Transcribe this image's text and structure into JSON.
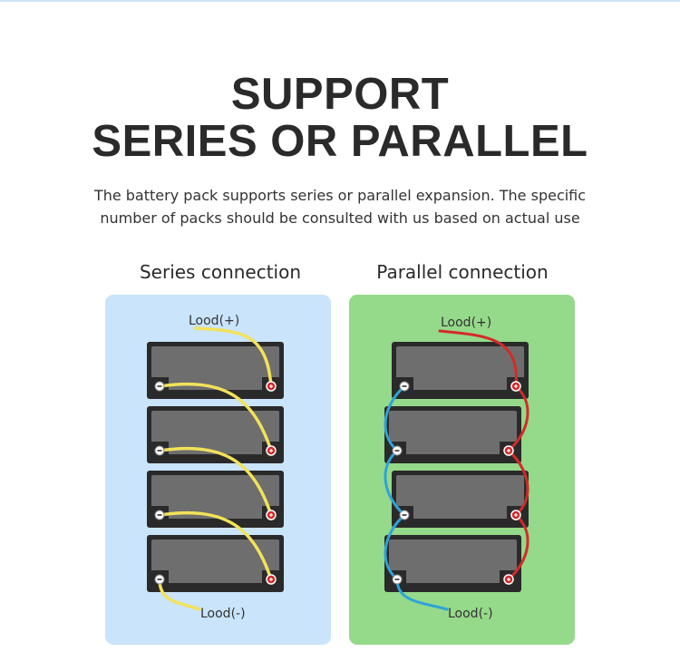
{
  "header": {
    "title_line1": "SUPPORT",
    "title_line2": "SERIES OR PARALLEL",
    "description_line1": "The battery pack supports series or parallel expansion. The specific",
    "description_line2": "number of packs should be consulted with us based on actual use"
  },
  "series": {
    "title": "Series connection",
    "load_positive": "Lood(+)",
    "load_negative": "Lood(-)",
    "panel_color": "#c9e4fb",
    "wire_color": "#f2e25a",
    "battery_count": 4
  },
  "parallel": {
    "title": "Parallel connection",
    "load_positive": "Lood(+)",
    "load_negative": "Lood(-)",
    "panel_color": "#95d98a",
    "positive_wire_color": "#d42a2a",
    "negative_wire_color": "#2ea3d8",
    "battery_count": 4
  },
  "colors": {
    "battery_body": "#6e6e6e",
    "battery_frame": "#2a2a2a",
    "terminal_positive": "#d42a2a",
    "terminal_negative": "#ffffff"
  }
}
